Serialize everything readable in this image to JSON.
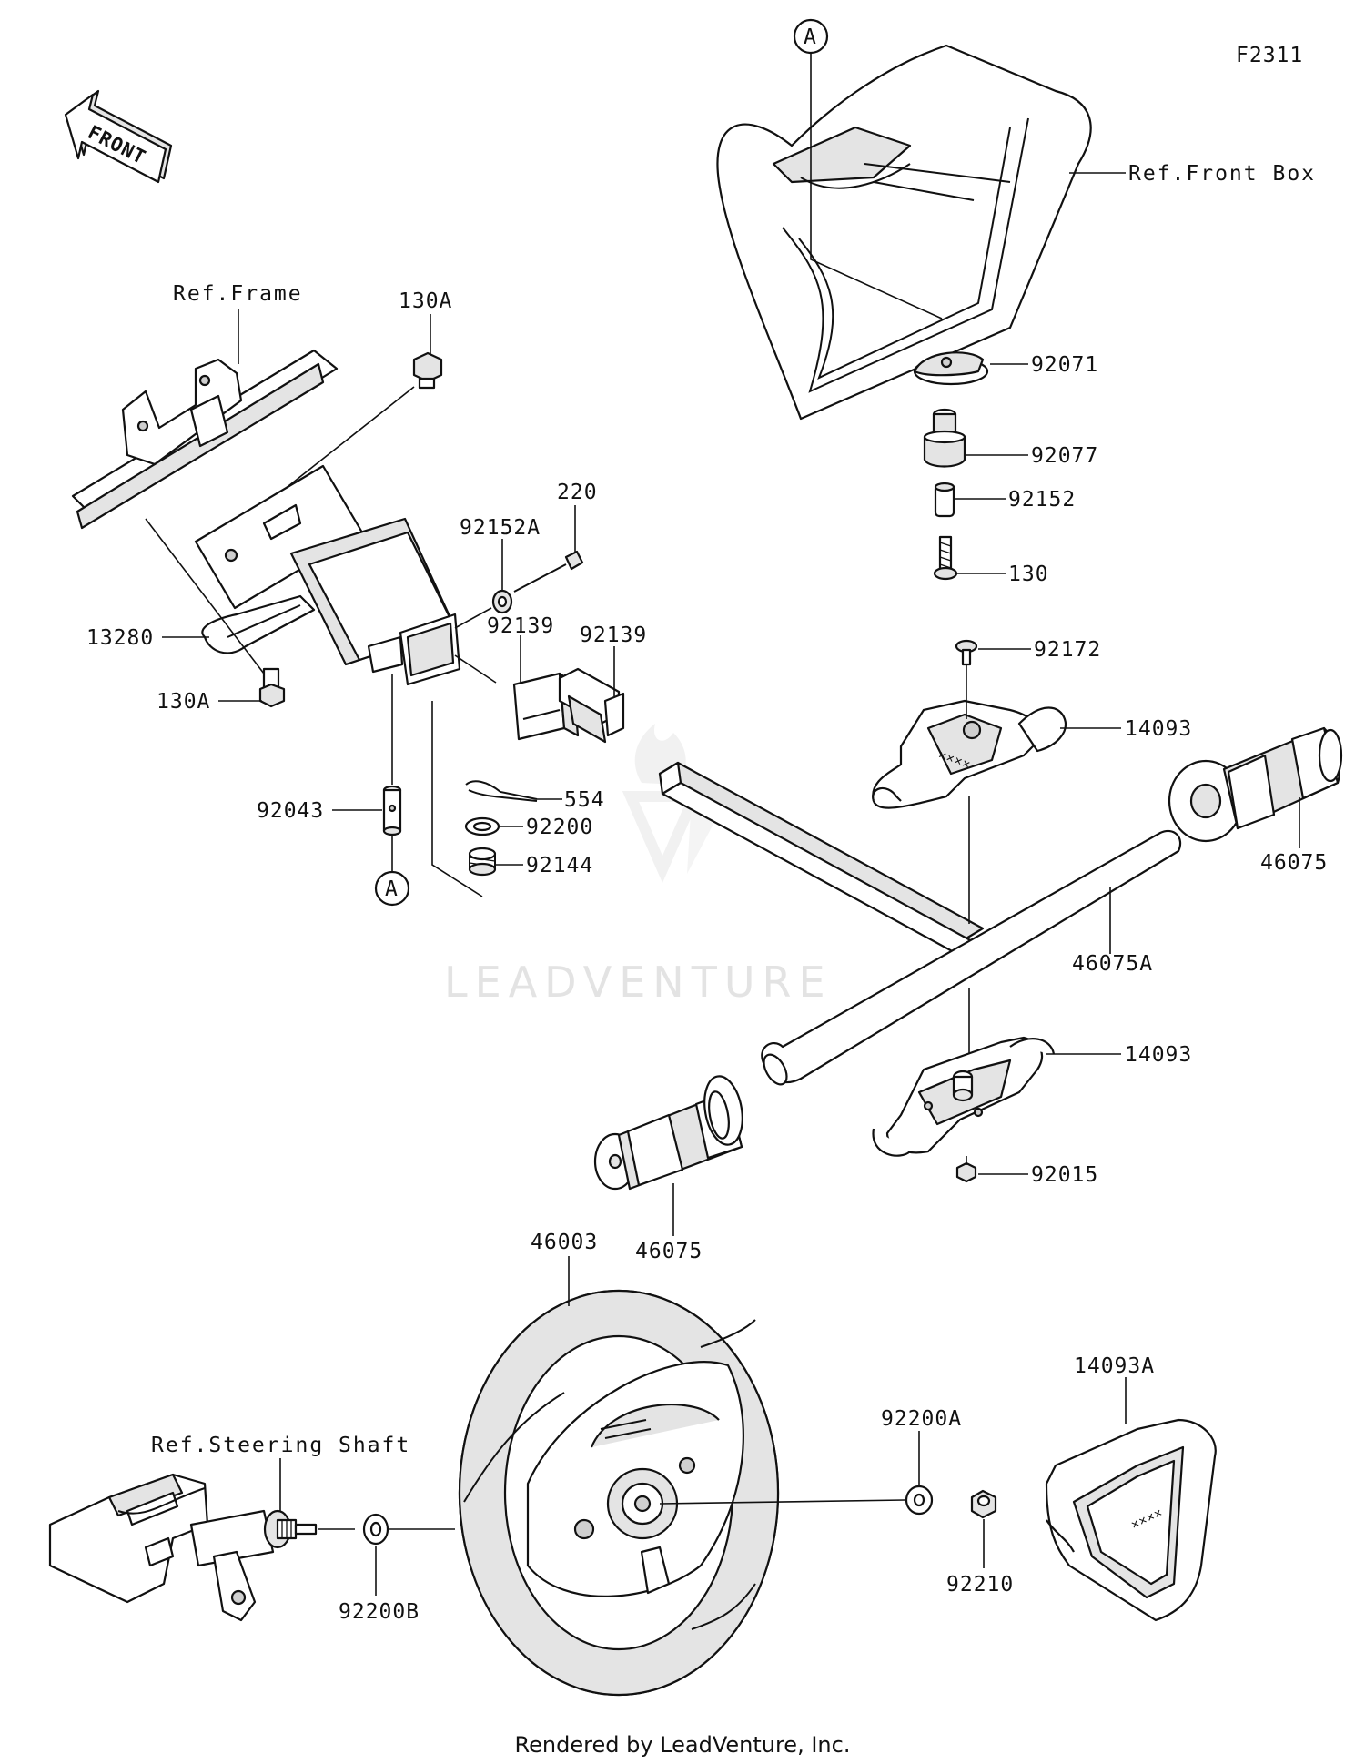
{
  "diagram_code": "F2311",
  "front_arrow_label": "FRONT",
  "footer_credit": "Rendered by LeadVenture, Inc.",
  "watermark_text": "LEADVENTURE",
  "callout_markers": {
    "top": "A",
    "bottom": "A"
  },
  "references": {
    "front_box": "Ref.Front Box",
    "frame": "Ref.Frame",
    "steering_shaft": "Ref.Steering Shaft"
  },
  "parts": {
    "p92071": "92071",
    "p92077": "92077",
    "p92152": "92152",
    "p130": "130",
    "p130A_top": "130A",
    "p130A_bottom": "130A",
    "p220": "220",
    "p92152A": "92152A",
    "p13280": "13280",
    "p92139_left": "92139",
    "p92139_right": "92139",
    "p554": "554",
    "p92200": "92200",
    "p92144": "92144",
    "p92043": "92043",
    "p92172": "92172",
    "p14093_top": "14093",
    "p14093_bottom": "14093",
    "p46075_right": "46075",
    "p46075_left": "46075",
    "p46075A": "46075A",
    "p92015": "92015",
    "p46003": "46003",
    "p14093A": "14093A",
    "p92200A": "92200A",
    "p92210": "92210",
    "p92200B": "92200B"
  }
}
